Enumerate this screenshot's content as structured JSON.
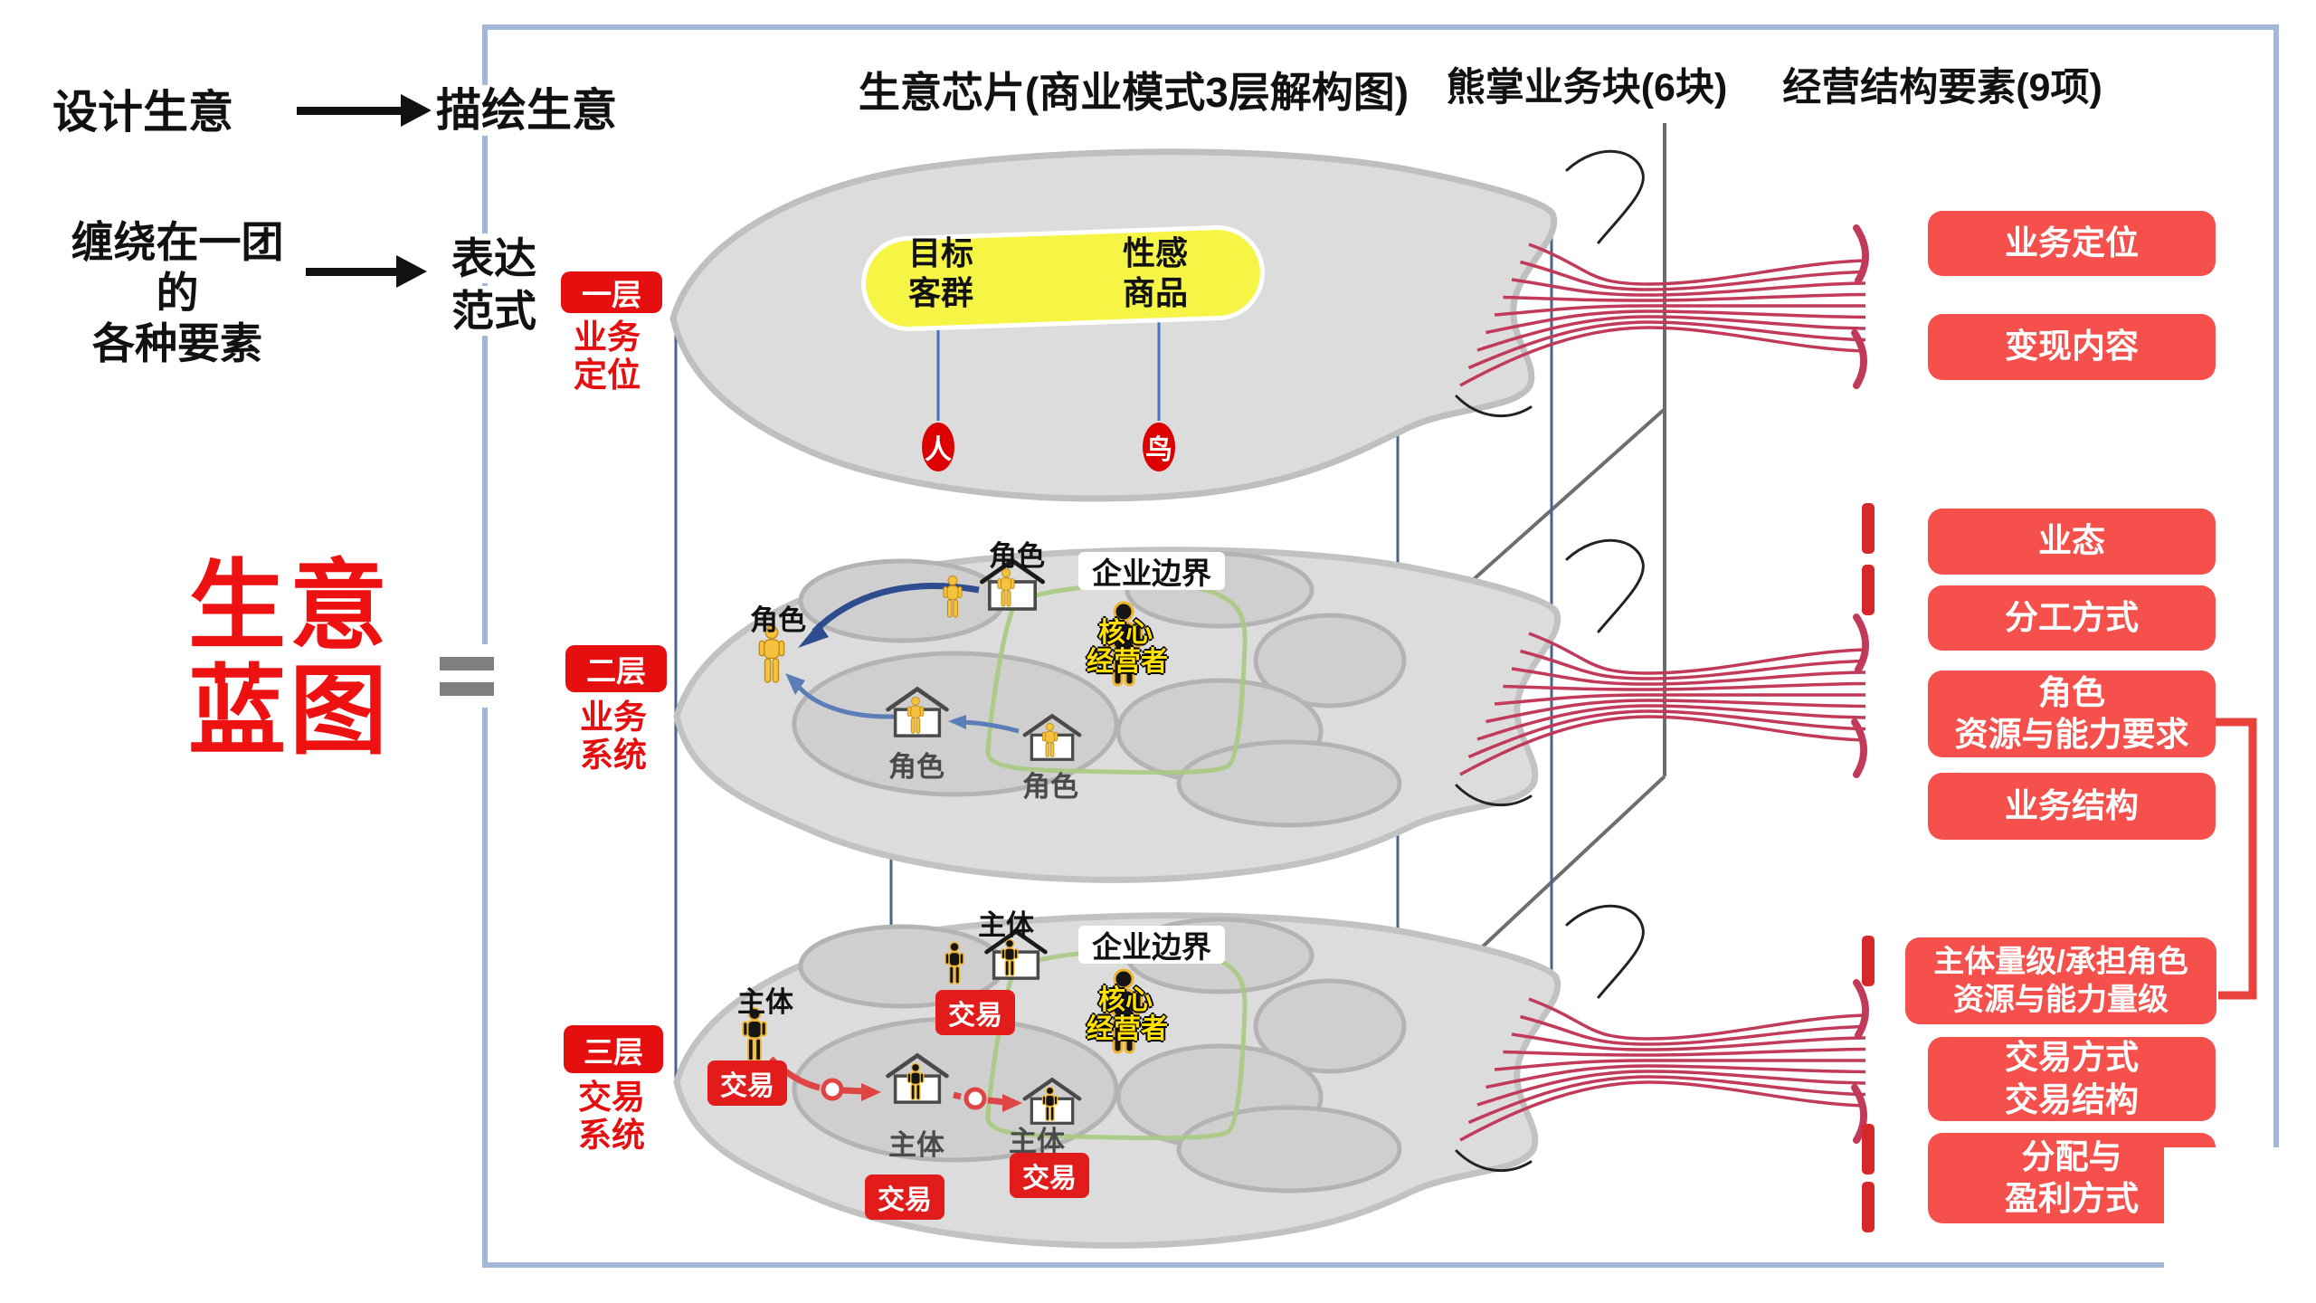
{
  "left_panel": {
    "design_business": "设计生意",
    "depict_business": "描绘生意",
    "tangle_lines": [
      "缠绕在一团",
      "的",
      "各种要素"
    ],
    "expression_lines": [
      "表达",
      "范式"
    ],
    "blueprint_lines": [
      "生意",
      "蓝图"
    ]
  },
  "headers": {
    "business_chip": "生意芯片(商业模式3层解构图)",
    "bear_paw_blocks": "熊掌业务块(6块)",
    "structure_elements": "经营结构要素(9项)"
  },
  "layer_tags": [
    {
      "tag": "一层",
      "name_lines": [
        "业务",
        "定位"
      ]
    },
    {
      "tag": "二层",
      "name_lines": [
        "业务",
        "系统"
      ]
    },
    {
      "tag": "三层",
      "name_lines": [
        "交易",
        "系统"
      ]
    }
  ],
  "layer1": {
    "target_group_lines": [
      "目标",
      "客群"
    ],
    "sexy_product_lines": [
      "性感",
      "商品"
    ],
    "person_char": "人",
    "bird_char": "鸟"
  },
  "layer2": {
    "enterprise_boundary": "企业边界",
    "core_operator_lines": [
      "核心",
      "经营者"
    ],
    "role_labels": [
      "角色",
      "角色",
      "角色",
      "角色"
    ]
  },
  "layer3": {
    "enterprise_boundary": "企业边界",
    "core_operator_lines": [
      "核心",
      "经营者"
    ],
    "subject_labels": [
      "主体",
      "主体",
      "主体",
      "主体"
    ],
    "trade_labels": [
      "交易",
      "交易",
      "交易",
      "交易"
    ]
  },
  "right_column": {
    "items": [
      "业务定位",
      "变现内容",
      "业态",
      "分工方式",
      "角色\n资源与能力要求",
      "业务结构",
      "主体量级/承担角色\n资源与能力量级",
      "交易方式\n交易结构",
      "分配与\n盈利方式"
    ]
  },
  "colors": {
    "accent_red": "#e8423c",
    "deep_red": "#dd0000",
    "blueprint_red": "#ee1111",
    "frame_blue": "#a3b8d9",
    "pillar_blue": "#49648c",
    "claw_crimson": "#c23a5a",
    "yellow_highlight": "#f6f545",
    "person_yellow": "#f6c23e",
    "green_boundary": "#a9ca80"
  }
}
